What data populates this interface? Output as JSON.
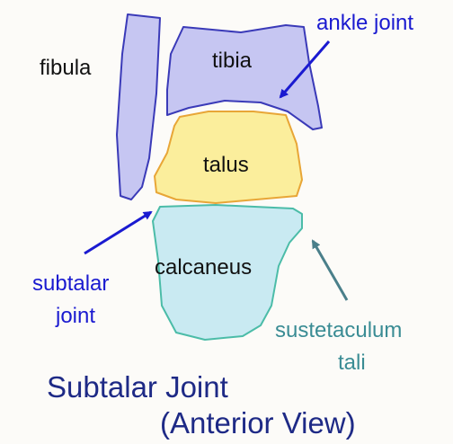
{
  "bones": {
    "fibula": "fibula",
    "tibia": "tibia",
    "talus": "talus",
    "calcaneus": "calcaneus"
  },
  "annotations": {
    "ankle_joint": "ankle joint",
    "subtalar_joint_line1": "subtalar",
    "subtalar_joint_line2": "joint",
    "sustentaculum_line1": "sustetaculum",
    "sustentaculum_line2": "tali"
  },
  "title": {
    "line1": "Subtalar Joint",
    "line2": "(Anterior View)"
  },
  "colors": {
    "tibia_fibula_fill": "#c6c6f2",
    "tibia_fibula_stroke": "#3a3ab8",
    "talus_fill": "#fbee9c",
    "talus_stroke": "#e8a637",
    "calcaneus_fill": "#c9eaf2",
    "calcaneus_stroke": "#4bbca8",
    "blue_arrow": "#1a1ad0",
    "teal_arrow": "#4a7f8a",
    "title_color": "#1e2a86"
  }
}
